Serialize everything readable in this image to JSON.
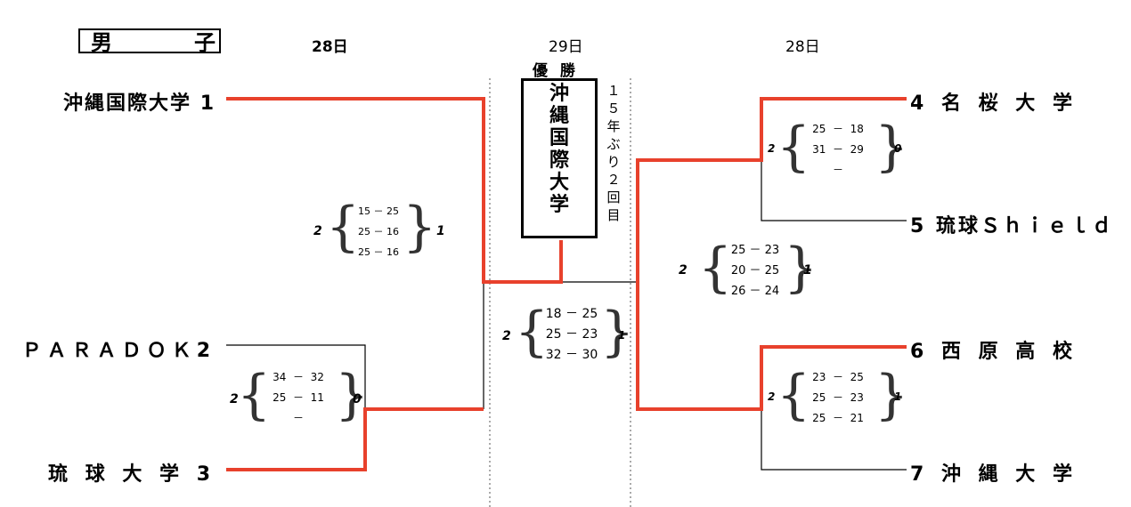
{
  "category": "男　子",
  "days": {
    "left": "28日",
    "center": "29日",
    "right": "28日"
  },
  "champion": {
    "label": "優 勝",
    "name_chars": [
      "沖",
      "縄",
      "国",
      "際",
      "大",
      "学"
    ],
    "note_chars": [
      "１",
      "５",
      "年",
      "ぶ",
      "り",
      "２",
      "回",
      "目"
    ]
  },
  "teams": {
    "t1": {
      "name": "沖縄国際大学",
      "seed": "1"
    },
    "t2": {
      "name": "ＰＡＲＡＤＯＫ",
      "seed": "2"
    },
    "t3": {
      "name": "琉 球 大 学",
      "seed": "3"
    },
    "t4": {
      "seed": "4",
      "name": "名 桜 大 学"
    },
    "t5": {
      "seed": "5",
      "name": "琉球Ｓｈｉｅｌｄ"
    },
    "t6": {
      "seed": "6",
      "name": "西 原 高 校"
    },
    "t7": {
      "seed": "7",
      "name": "沖 縄 大 学"
    }
  },
  "matches": {
    "m_2_3": {
      "left": "2",
      "right": "0",
      "sets": [
        [
          "34",
          "32"
        ],
        [
          "25",
          "11"
        ],
        [
          "",
          ""
        ]
      ]
    },
    "m_1_w23": {
      "left": "2",
      "right": "1",
      "sets": [
        [
          "15",
          "25"
        ],
        [
          "25",
          "16"
        ],
        [
          "25",
          "16"
        ]
      ]
    },
    "m_4_5": {
      "left": "2",
      "right": "0",
      "sets": [
        [
          "25",
          "18"
        ],
        [
          "31",
          "29"
        ],
        [
          "",
          ""
        ]
      ]
    },
    "m_6_7": {
      "left": "2",
      "right": "1",
      "sets": [
        [
          "23",
          "25"
        ],
        [
          "25",
          "23"
        ],
        [
          "25",
          "21"
        ]
      ]
    },
    "m_w45_w67": {
      "left": "2",
      "right": "1",
      "sets": [
        [
          "25",
          "23"
        ],
        [
          "20",
          "25"
        ],
        [
          "26",
          "24"
        ]
      ]
    },
    "final": {
      "left": "2",
      "right": "1",
      "sets": [
        [
          "18",
          "25"
        ],
        [
          "25",
          "23"
        ],
        [
          "32",
          "30"
        ]
      ]
    }
  },
  "colors": {
    "winner_line": "#e8412c",
    "line": "#000000",
    "dotted": "#555555"
  }
}
